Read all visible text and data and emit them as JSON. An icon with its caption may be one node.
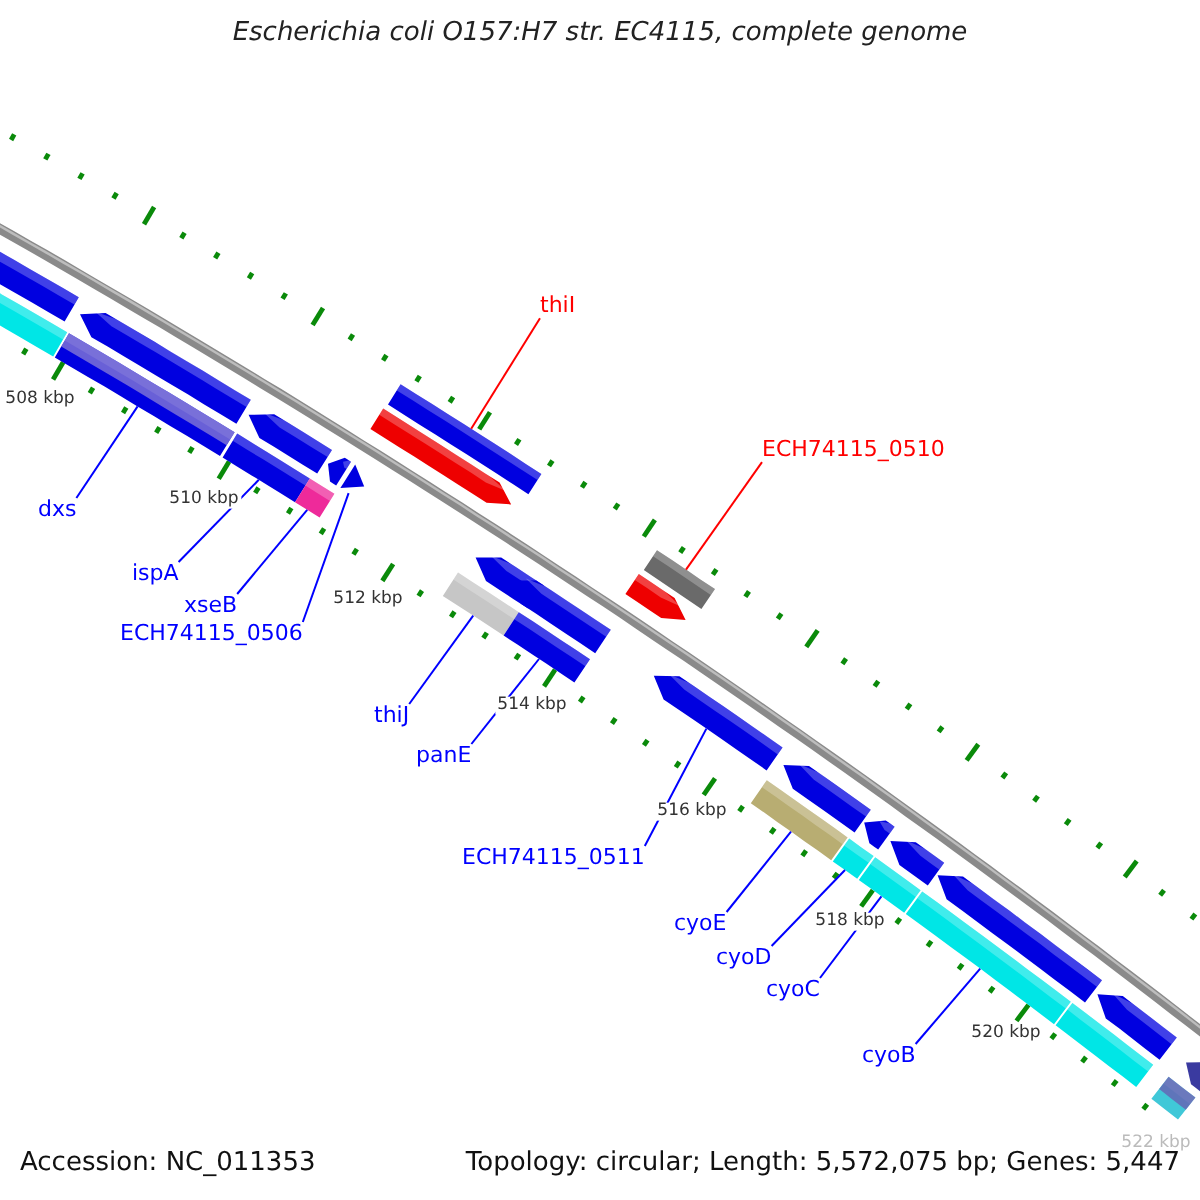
{
  "diagram": {
    "title": "Escherichia coli O157:H7 str. EC4115, complete genome",
    "nodes": [
      {
        "text": [
          "thiI"
        ]
      },
      {
        "text": [],
        "shape": "bar"
      },
      {
        "text": [
          "ECH74115_0510"
        ]
      },
      {
        "text": [],
        "shape": "bar"
      },
      {
        "text": [],
        "shape": "bar"
      },
      {
        "text": [],
        "shape": "bar"
      },
      {
        "text": [],
        "shape": "bar"
      },
      {
        "text": [],
        "shape": "arrow"
      },
      {
        "text": [
          "dxs"
        ]
      },
      {
        "text": [
          "ispA"
        ]
      },
      {
        "text": [
          "xseB"
        ]
      },
      {
        "text": [
          "ECH74115_0506"
        ]
      },
      {
        "text": [],
        "shape": "bar"
      },
      {
        "text": [],
        "shape": "bar"
      },
      {
        "text": [
          "thiJ"
        ]
      },
      {
        "text": [
          "panE"
        ]
      },
      {
        "text": [],
        "shape": "arrow"
      },
      {
        "text": [
          "ECH74115_0511"
        ]
      },
      {
        "text": [],
        "shape": "bar"
      },
      {
        "text": [],
        "shape": "bar"
      },
      {
        "text": [],
        "shape": "bar"
      },
      {
        "text": [],
        "shape": "bar"
      },
      {
        "text": [
          "cyoE"
        ]
      },
      {
        "text": [
          "cyoD"
        ]
      },
      {
        "text": [
          "cyoC"
        ]
      },
      {
        "text": [
          "cyoB"
        ]
      },
      {
        "text": [],
        "shape": "bar"
      },
      {
        "text": [],
        "shape": "bar"
      },
      {
        "text": [],
        "shape": "arrow"
      },
      {
        "text": [],
        "shape": "arrow"
      },
      {
        "text": [],
        "shape": "arrow"
      },
      {
        "text": [],
        "shape": "arrow"
      },
      {
        "text": [],
        "shape": "arrow"
      },
      {
        "text": [],
        "shape": "arrow"
      },
      {
        "text": [],
        "shape": "arrow"
      },
      {
        "text": [],
        "shape": "arrow"
      },
      {
        "text": [],
        "shape": "arrow"
      },
      {
        "text": [],
        "shape": "arrow"
      },
      {
        "text": [],
        "shape": "arrow"
      },
      {
        "text": [],
        "shape": "bar"
      },
      {
        "text": [],
        "shape": "arrow"
      },
      {
        "text": [],
        "shape": "bar"
      },
      {
        "text": [],
        "shape": "arrow"
      }
    ],
    "edges": [
      {
        "from": 0,
        "to": 1,
        "arrow": "none",
        "color": "#ff0000"
      },
      {
        "from": 2,
        "to": 3,
        "arrow": "none",
        "color": "#ff0000"
      },
      {
        "from": 8,
        "to": 4,
        "arrow": "none"
      },
      {
        "from": 9,
        "to": 5,
        "arrow": "none"
      },
      {
        "from": 10,
        "to": 6,
        "arrow": "none"
      },
      {
        "from": 11,
        "to": 7,
        "arrow": "none"
      },
      {
        "from": 14,
        "to": 12,
        "arrow": "none"
      },
      {
        "from": 15,
        "to": 13,
        "arrow": "none"
      },
      {
        "from": 17,
        "to": 16,
        "arrow": "none"
      },
      {
        "from": 22,
        "to": 18,
        "arrow": "none"
      },
      {
        "from": 23,
        "to": 19,
        "arrow": "none"
      },
      {
        "from": 24,
        "to": 20,
        "arrow": "none"
      },
      {
        "from": 25,
        "to": 21,
        "arrow": "none"
      }
    ],
    "labels": [
      "508 kbp",
      "510 kbp",
      "512 kbp",
      "514 kbp",
      "516 kbp",
      "518 kbp",
      "520 kbp",
      "522 kbp",
      "Accession: NC_011353",
      "Topology: circular; Length: 5,572,075 bp; Genes: 5,447"
    ]
  }
}
